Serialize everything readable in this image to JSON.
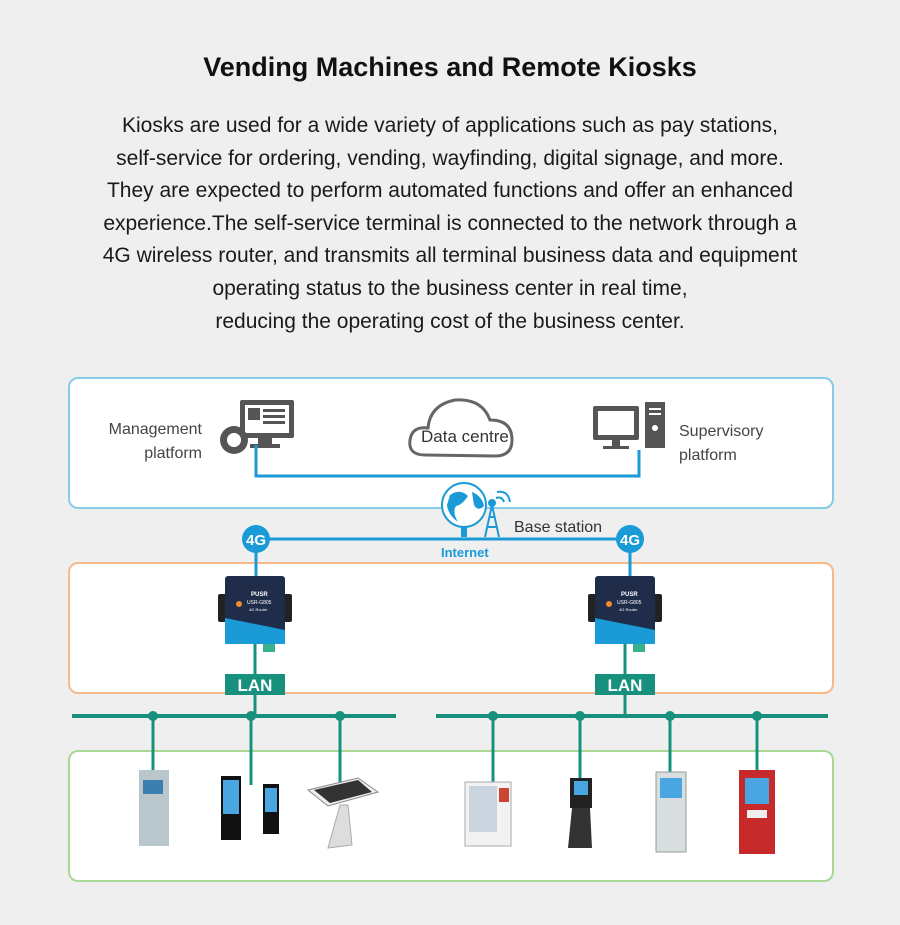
{
  "title": "Vending Machines and Remote Kiosks",
  "description": [
    "Kiosks are used for a wide variety of applications such as pay stations,",
    "self-service for ordering, vending, wayfinding, digital signage, and more.",
    "They are expected to perform automated functions and offer an enhanced",
    "experience.The self-service terminal is connected to the network through a",
    "4G wireless router, and transmits all terminal business data and equipment",
    "operating status to the business center in real time,",
    "reducing the operating cost of the business center."
  ],
  "diagram": {
    "management_platform": [
      "Management",
      "platform"
    ],
    "data_centre": "Data centre",
    "supervisory_platform": [
      "Supervisory",
      "platform"
    ],
    "internet": "Internet",
    "base_station": "Base station",
    "badge_4g": "4G",
    "lan": "LAN",
    "router_brand": "PUSR",
    "router_model": "USR-G805",
    "router_type": "4G Router",
    "terminals_left": [
      "atm",
      "digital-signage-totems",
      "touch-table-kiosk"
    ],
    "terminals_right": [
      "vending-machine",
      "queue-ticket-kiosk",
      "self-service-terminal",
      "red-payment-kiosk"
    ]
  },
  "colors": {
    "cloud_line": "#1a9ad6",
    "lan_bus": "#17907e",
    "top_border": "#86cbe8",
    "mid_border": "#f5b98a",
    "bottom_border": "#a9d894",
    "icon_gray": "#555555"
  }
}
